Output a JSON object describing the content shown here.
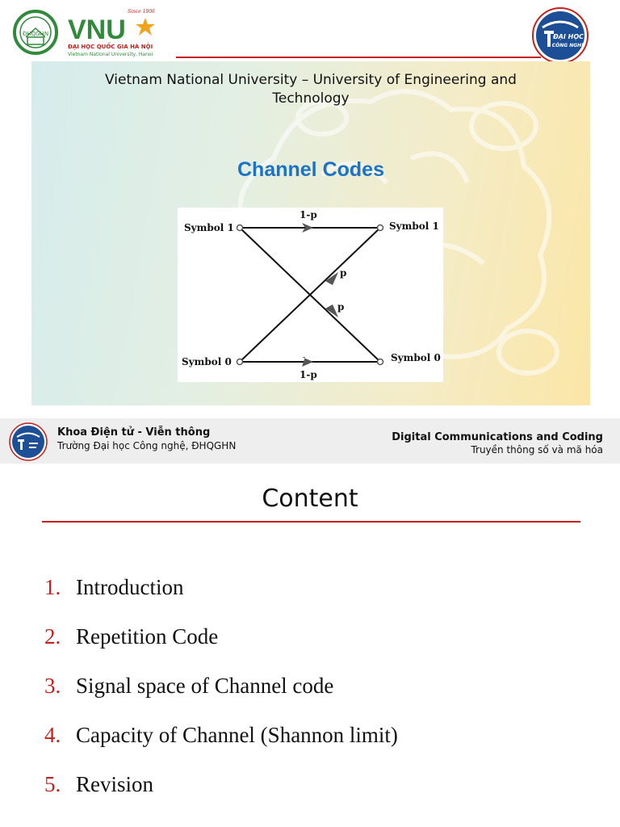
{
  "header": {
    "vnu_logo": {
      "emblem_text": "ĐHQGHN",
      "brand": "VNU",
      "since": "Since 1906",
      "name_vi": "ĐẠI HỌC QUỐC GIA HÀ NỘI",
      "name_en": "Vietnam National University, Hanoi"
    },
    "uet_logo": {
      "line1": "ĐẠI HỌC",
      "line2": "CÔNG NGHỆ"
    },
    "accent_color": "#c8201c"
  },
  "slide1": {
    "university_line1": "Vietnam National University – University of Engineering and",
    "university_line2": "Technology",
    "title": "Channel Codes",
    "title_color": "#1a73c9",
    "diagram": {
      "top_left": "Symbol 1",
      "top_right": "Symbol 1",
      "bottom_left": "Symbol 0",
      "bottom_right": "Symbol 0",
      "top_prob": "1-p",
      "bottom_prob": "1-p",
      "cross_prob_up": "p",
      "cross_prob_down": "p"
    }
  },
  "footer": {
    "department": "Khoa Điện tử - Viễn thông",
    "school": "Trường Đại học Công nghệ, ĐHQGHN",
    "course_en": "Digital Communications and Coding",
    "course_vi": "Truyền thông số và mã hóa"
  },
  "slide2": {
    "title": "Content",
    "items": [
      {
        "num": "1.",
        "label": "Introduction"
      },
      {
        "num": "2.",
        "label": "Repetition Code"
      },
      {
        "num": "3.",
        "label": "Signal space of Channel code"
      },
      {
        "num": "4.",
        "label": "Capacity of Channel (Shannon limit)"
      },
      {
        "num": "5.",
        "label": "Revision"
      }
    ]
  }
}
